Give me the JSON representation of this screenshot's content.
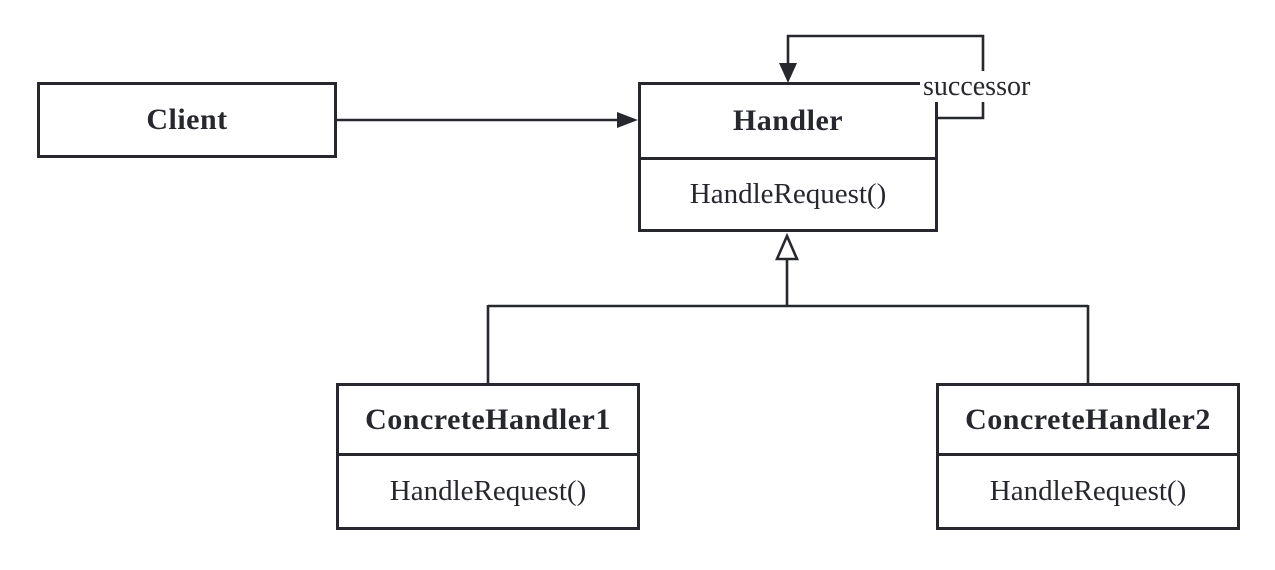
{
  "diagram_type": "uml-class-diagram",
  "pattern": "chain-of-responsibility",
  "classes": {
    "client": {
      "name": "Client"
    },
    "handler": {
      "name": "Handler",
      "method": "HandleRequest()"
    },
    "concrete_handler_1": {
      "name": "ConcreteHandler1",
      "method": "HandleRequest()"
    },
    "concrete_handler_2": {
      "name": "ConcreteHandler2",
      "method": "HandleRequest()"
    }
  },
  "relationships": {
    "successor_label": "successor"
  },
  "colors": {
    "line": "#26282e",
    "text": "#26282e",
    "background": "#ffffff"
  }
}
